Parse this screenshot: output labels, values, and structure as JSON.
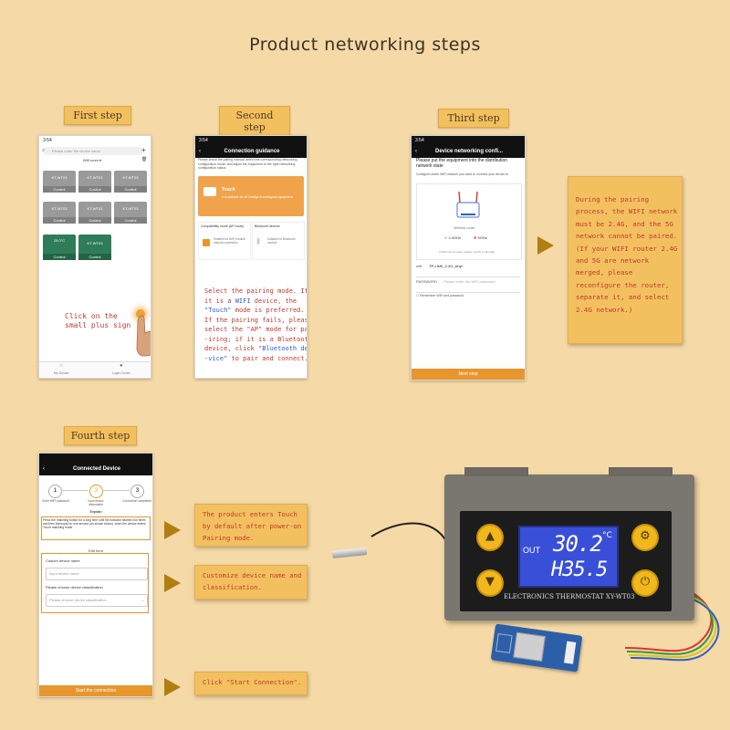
{
  "title": "Product networking steps",
  "steps": {
    "step1": "First step",
    "step2": "Second step",
    "step3": "Third step",
    "step4": "Fourth step"
  },
  "phone1": {
    "time": "3:54",
    "search": "Please enter the device name",
    "room": "Wifi room",
    "tile_btn": "Control",
    "tile_label": "KT-WT03",
    "temp": "25.0°C",
    "nav_left": "My Device",
    "nav_right": "Login Center",
    "caption_1": "Click on the",
    "caption_2": "small plus sign"
  },
  "phone2": {
    "time": "3:54",
    "header": "Connection guidance",
    "intro": "Please check the pairing manual, select the corresponding networking configuration mode, and adjust the equipment to the right networking configuration status",
    "touch_title": "Touch",
    "touch_desc": "It is suitable for all intelligent ecological equipment",
    "ap_title": "Compatibility mode (AP mode)",
    "ap_desc": "Suitable for WiFi module manual connection",
    "bt_title": "Bluetooth devices",
    "bt_desc": "Suitable for Bluetooth module",
    "instr_1": "Select the pairing mode. If",
    "instr_2a": " it is a ",
    "instr_2b": "WIFI",
    "instr_2c": " device, the",
    "instr_3a": "\"Touch\"",
    "instr_3b": " mode is preferred.",
    "instr_4": " If the pairing fails, please",
    "instr_5": " select the \"AP\" mode for pa",
    "instr_6": "-iring; if it is a Bluetooth",
    "instr_7a": " device, click \"",
    "instr_7b": "Bluetooth de",
    "instr_8a": "-vice\"",
    "instr_8b": " to pair and connect."
  },
  "phone3": {
    "time": "3:54",
    "header": "Device networking confi...",
    "intro": "Please put the equipment into the distribution network state",
    "sub": "Configure which WiFi network you want to connect your device to",
    "router_label": "Wireless router",
    "g24": "2.4GHz",
    "g5": "5GHz",
    "hint": "If WiFi cannot enter, please modify it manually",
    "wifi_label": "wifi:",
    "wifi_value": "TP-LINK_2.4G_xinyi",
    "pwd_label": "PASSWORD",
    "pwd_placeholder": "Please enter the WiFi password",
    "remember": "Remember WiFi and password",
    "next": "Next step"
  },
  "note3": "During the pairing process, the WIFI network must be 2.4G, and the 5G network cannot be paired. (If your WIFI router 2.4G and 5G are network merged, please reconfigure the router, separate it, and select 2.4G network.)",
  "phone4": {
    "header": "Connected Device",
    "s1": "Enter WiFi password",
    "s2": "Input device information",
    "s3": "Connection completed",
    "explain": "Explain",
    "explain_text": "Press the matching button for a long time until the indicator flashes four times and then interrupts for one second (as shown below), when the device enters Touch matching mode.",
    "edit": "Edit form",
    "name_label": "Custom device name",
    "name_ph": "Input device name",
    "class_label": "Please choose device classification",
    "class_ph": "Please choose device classification",
    "start": "Start the connection"
  },
  "notes4": {
    "n1": "The product enters Touch by default after power-on Pairing mode.",
    "n2": "Customize device name and classification.",
    "n3": "Click \"Start Connection\"."
  },
  "device": {
    "out": "OUT",
    "temp": "30.2",
    "unit": "°C",
    "hum": "H35.5",
    "brand": "ELECTRONICS THERMOSTAT XY-WT03"
  },
  "colors": {
    "background": "#f5d9a6",
    "label": "#f3c060",
    "red_text": "#c0392b",
    "blue_text": "#2c5fc4",
    "lcd": "#3a4fd8",
    "button": "#e8962c"
  }
}
